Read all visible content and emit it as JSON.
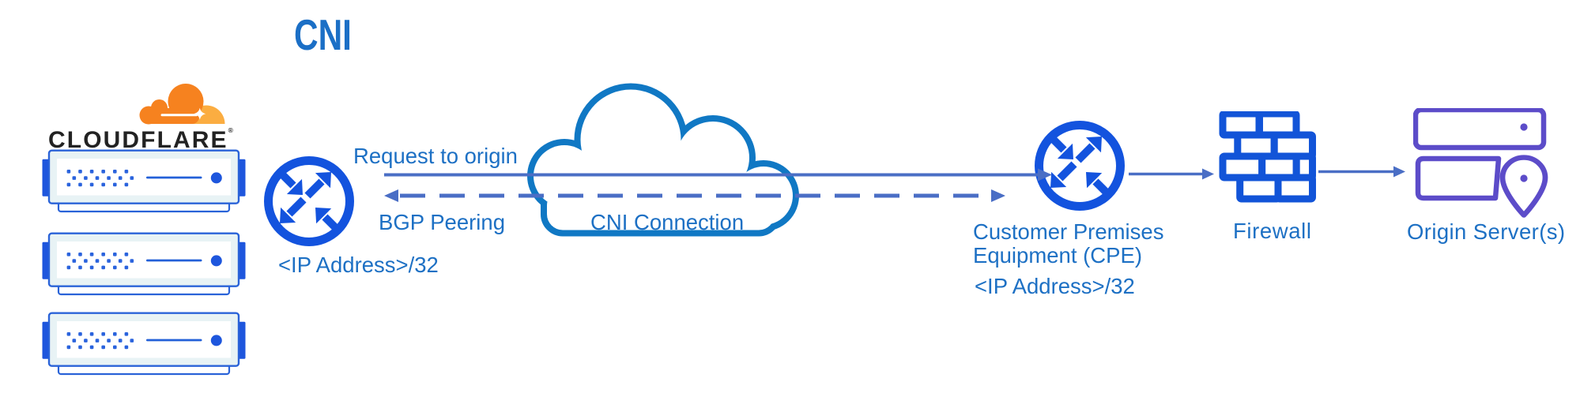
{
  "title": "CNI",
  "cloudflare": {
    "wordmark": "CLOUDFLARE",
    "registered": "®"
  },
  "edge_router": {
    "ip_label": "<IP Address>/32"
  },
  "flows": {
    "request_label": "Request to origin",
    "bgp_label": "BGP Peering"
  },
  "cloud": {
    "label": "CNI Connection"
  },
  "cpe": {
    "name_line1": "Customer Premises",
    "name_line2": "Equipment (CPE)",
    "ip_label": "<IP Address>/32"
  },
  "firewall": {
    "label": "Firewall"
  },
  "origin": {
    "label": "Origin Server(s)"
  },
  "colors": {
    "label_blue": "#1d70c4",
    "router_blue": "#1353de",
    "server_blue": "#2a63d8",
    "server_fill": "#e8f3f5",
    "cloud_stroke": "#1078c4",
    "connector_slate": "#4a6ec5",
    "firewall_blue": "#1254d8",
    "origin_purple": "#5c4cc9",
    "cloudflare_orange": "#f6821f",
    "cloudflare_light_orange": "#fbad41",
    "wordmark_dark": "#222222"
  }
}
